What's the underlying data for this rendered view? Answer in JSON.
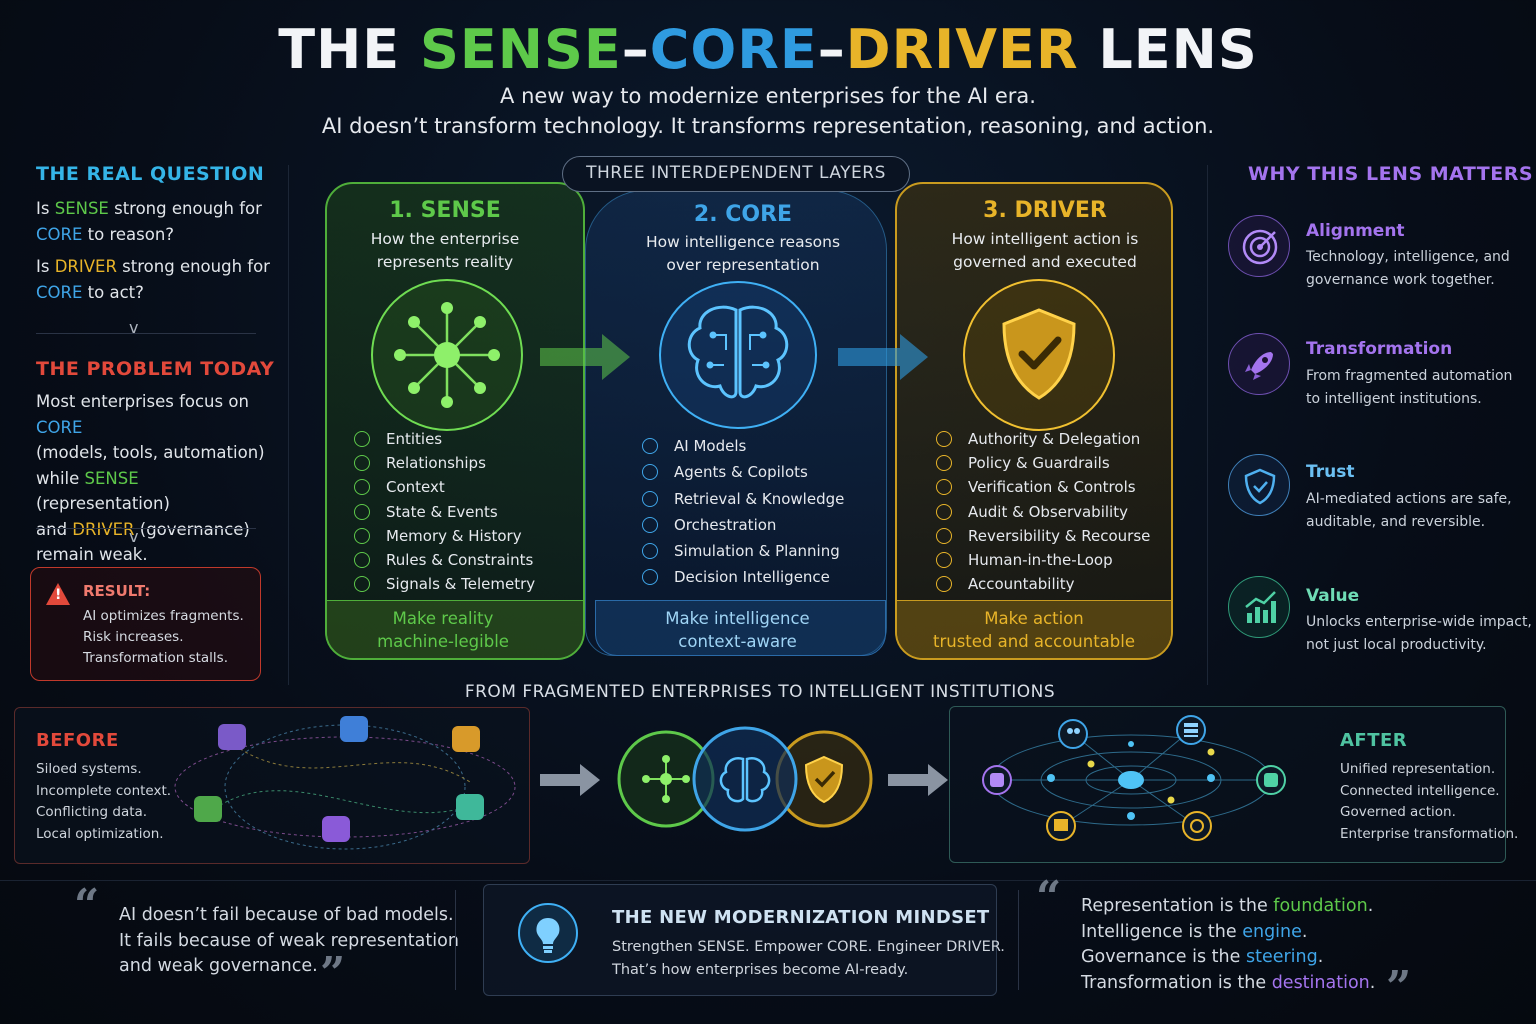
{
  "header": {
    "title_prefix": "THE ",
    "title_sense": "SENSE",
    "title_dash1": "–",
    "title_core": "CORE",
    "title_dash2": "–",
    "title_driver": "DRIVER",
    "title_suffix": " LENS",
    "subtitle_1": "A new way to modernize enterprises for the AI era.",
    "subtitle_2": "AI doesn’t transform technology. It transforms representation, reasoning, and action."
  },
  "left": {
    "q_heading": "THE REAL QUESTION",
    "q1": [
      "Is ",
      "SENSE",
      " strong enough for"
    ],
    "q1b": [
      "CORE",
      " to reason?"
    ],
    "q2": [
      "Is ",
      "DRIVER",
      " strong enough for"
    ],
    "q2b": [
      "CORE",
      " to act?"
    ],
    "arrow": "v",
    "p_heading": "THE PROBLEM TODAY",
    "p1": [
      "Most enterprises focus on ",
      "CORE"
    ],
    "p2": "(models, tools, automation)",
    "p3": [
      "while ",
      "SENSE",
      " (representation)"
    ],
    "p4": [
      "and ",
      "DRIVER",
      " (governance)"
    ],
    "p5": "remain weak.",
    "result_label": "RESULT:",
    "result_lines": [
      "AI optimizes fragments.",
      "Risk increases.",
      "Transformation stalls."
    ],
    "warning_glyph": "!"
  },
  "layers": {
    "pill": "THREE INTERDEPENDENT LAYERS",
    "sense": {
      "title": "1. SENSE",
      "desc": [
        "How the enterprise",
        "represents reality"
      ],
      "items": [
        "Entities",
        "Relationships",
        "Context",
        "State & Events",
        "Memory & History",
        "Rules & Constraints",
        "Signals & Telemetry"
      ],
      "footer": [
        "Make reality",
        "machine-legible"
      ]
    },
    "core": {
      "title": "2. CORE",
      "desc": [
        "How intelligence reasons",
        "over representation"
      ],
      "items": [
        "AI Models",
        "Agents & Copilots",
        "Retrieval & Knowledge",
        "Orchestration",
        "Simulation & Planning",
        "Decision Intelligence"
      ],
      "footer": [
        "Make intelligence",
        "context-aware"
      ]
    },
    "driver": {
      "title": "3. DRIVER",
      "desc": [
        "How intelligent action is",
        "governed and executed"
      ],
      "items": [
        "Authority & Delegation",
        "Policy & Guardrails",
        "Verification & Controls",
        "Audit & Observability",
        "Reversibility & Recourse",
        "Human-in-the-Loop",
        "Accountability"
      ],
      "footer": [
        "Make action",
        "trusted and accountable"
      ]
    }
  },
  "why": {
    "heading": "WHY THIS LENS MATTERS",
    "items": [
      {
        "title": "Alignment",
        "desc": [
          "Technology, intelligence, and",
          "governance work together."
        ],
        "icon": "target-icon"
      },
      {
        "title": "Transformation",
        "desc": [
          "From fragmented automation",
          "to intelligent institutions."
        ],
        "icon": "rocket-icon"
      },
      {
        "title": "Trust",
        "desc": [
          "AI-mediated actions are safe,",
          "auditable, and reversible."
        ],
        "icon": "shield-check-icon"
      },
      {
        "title": "Value",
        "desc": [
          "Unlocks enterprise-wide impact,",
          "not just local productivity."
        ],
        "icon": "growth-chart-icon"
      }
    ]
  },
  "transform": {
    "heading": "FROM FRAGMENTED ENTERPRISES TO INTELLIGENT INSTITUTIONS",
    "before_title": "BEFORE",
    "before_lines": [
      "Siloed systems.",
      "Incomplete context.",
      "Conflicting data.",
      "Local optimization."
    ],
    "after_title": "AFTER",
    "after_lines": [
      "Unified representation.",
      "Connected intelligence.",
      "Governed action.",
      "Enterprise transformation."
    ]
  },
  "bottom": {
    "quote_left": [
      "AI doesn’t fail because of bad models.",
      "It fails because of weak representation",
      "and weak governance."
    ],
    "mindset_title": "THE NEW MODERNIZATION MINDSET",
    "mindset_lines": [
      "Strengthen SENSE. Empower CORE. Engineer DRIVER.",
      "That’s how enterprises become AI-ready."
    ],
    "quote_right": [
      [
        "Representation is the ",
        "foundation",
        "."
      ],
      [
        "Intelligence is the ",
        "engine",
        "."
      ],
      [
        "Governance is the ",
        "steering",
        "."
      ],
      [
        "Transformation is the ",
        "destination",
        "."
      ]
    ],
    "open_quote": "“",
    "close_quote": "”"
  },
  "colors": {
    "sense": "#5ec94a",
    "core": "#2f9be0",
    "driver": "#e8b429",
    "problem": "#e2493b",
    "why": "#a474ee",
    "before": "#e2493b",
    "after": "#4fc3a1"
  }
}
